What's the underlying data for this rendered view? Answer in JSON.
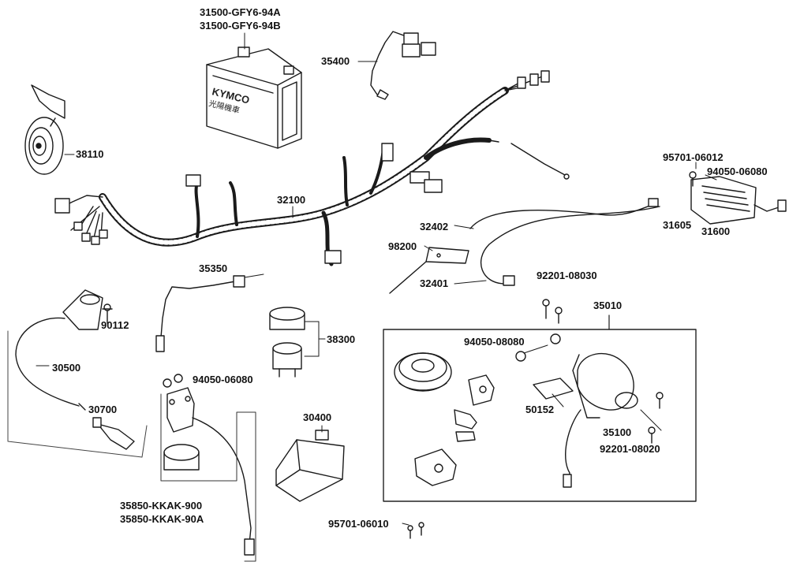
{
  "battery": {
    "part_a": "31500-GFY6-94A",
    "part_b": "31500-GFY6-94B",
    "brand": "KYMCO",
    "brand_sub": "光陽機車"
  },
  "parts": {
    "p35400": "35400",
    "p38110": "38110",
    "p32100": "32100",
    "p95701_06012": "95701-06012",
    "p94050_06080_top": "94050-06080",
    "p31605": "31605",
    "p31600": "31600",
    "p32402": "32402",
    "p98200": "98200",
    "p32401": "32401",
    "p92201_08030": "92201-08030",
    "p35010": "35010",
    "p35350": "35350",
    "p90112": "90112",
    "p38300": "38300",
    "p30500": "30500",
    "p94050_06080_mid": "94050-06080",
    "p30700": "30700",
    "p94050_08080": "94050-08080",
    "p50152": "50152",
    "p35100": "35100",
    "p92201_08020": "92201-08020",
    "p30400": "30400",
    "p35850_a": "35850-KKAK-900",
    "p35850_b": "35850-KKAK-90A",
    "p95701_06010": "95701-06010"
  }
}
